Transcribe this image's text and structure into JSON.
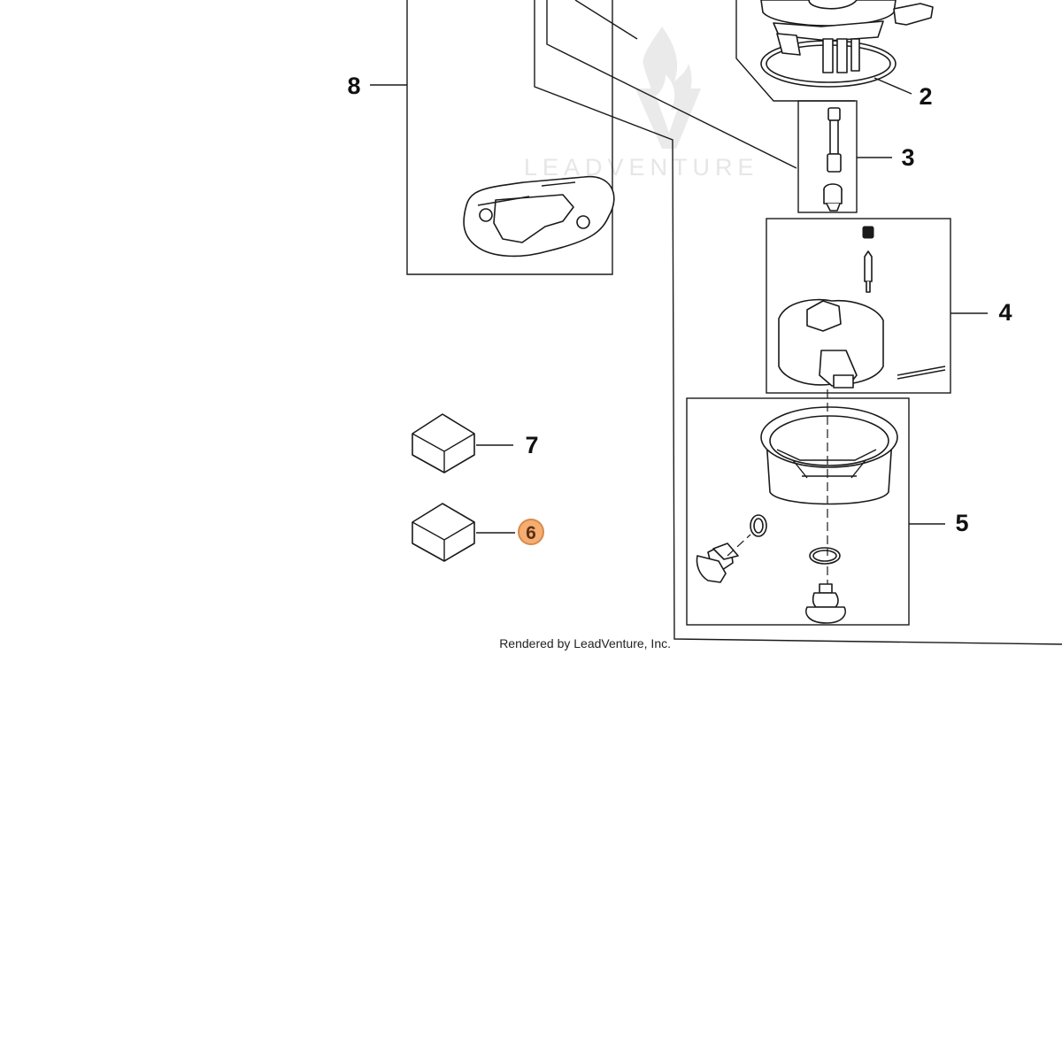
{
  "watermark": {
    "text": "LEADVENTURE"
  },
  "credit": {
    "text": "Rendered by LeadVenture, Inc."
  },
  "callouts": {
    "c2": "2",
    "c3": "3",
    "c4": "4",
    "c5": "5",
    "c6": "6",
    "c7": "7",
    "c8": "8"
  },
  "highlight": {
    "callout_id": "6",
    "fill_color": "#f6ad72",
    "stroke_color": "#d98a4a",
    "text_color": "#5a3114"
  },
  "colors": {
    "line": "#1a1a1a",
    "background": "#ffffff",
    "watermark": "#e6e6e6"
  },
  "icons": {
    "watermark_logo": "flame-logo-icon"
  }
}
